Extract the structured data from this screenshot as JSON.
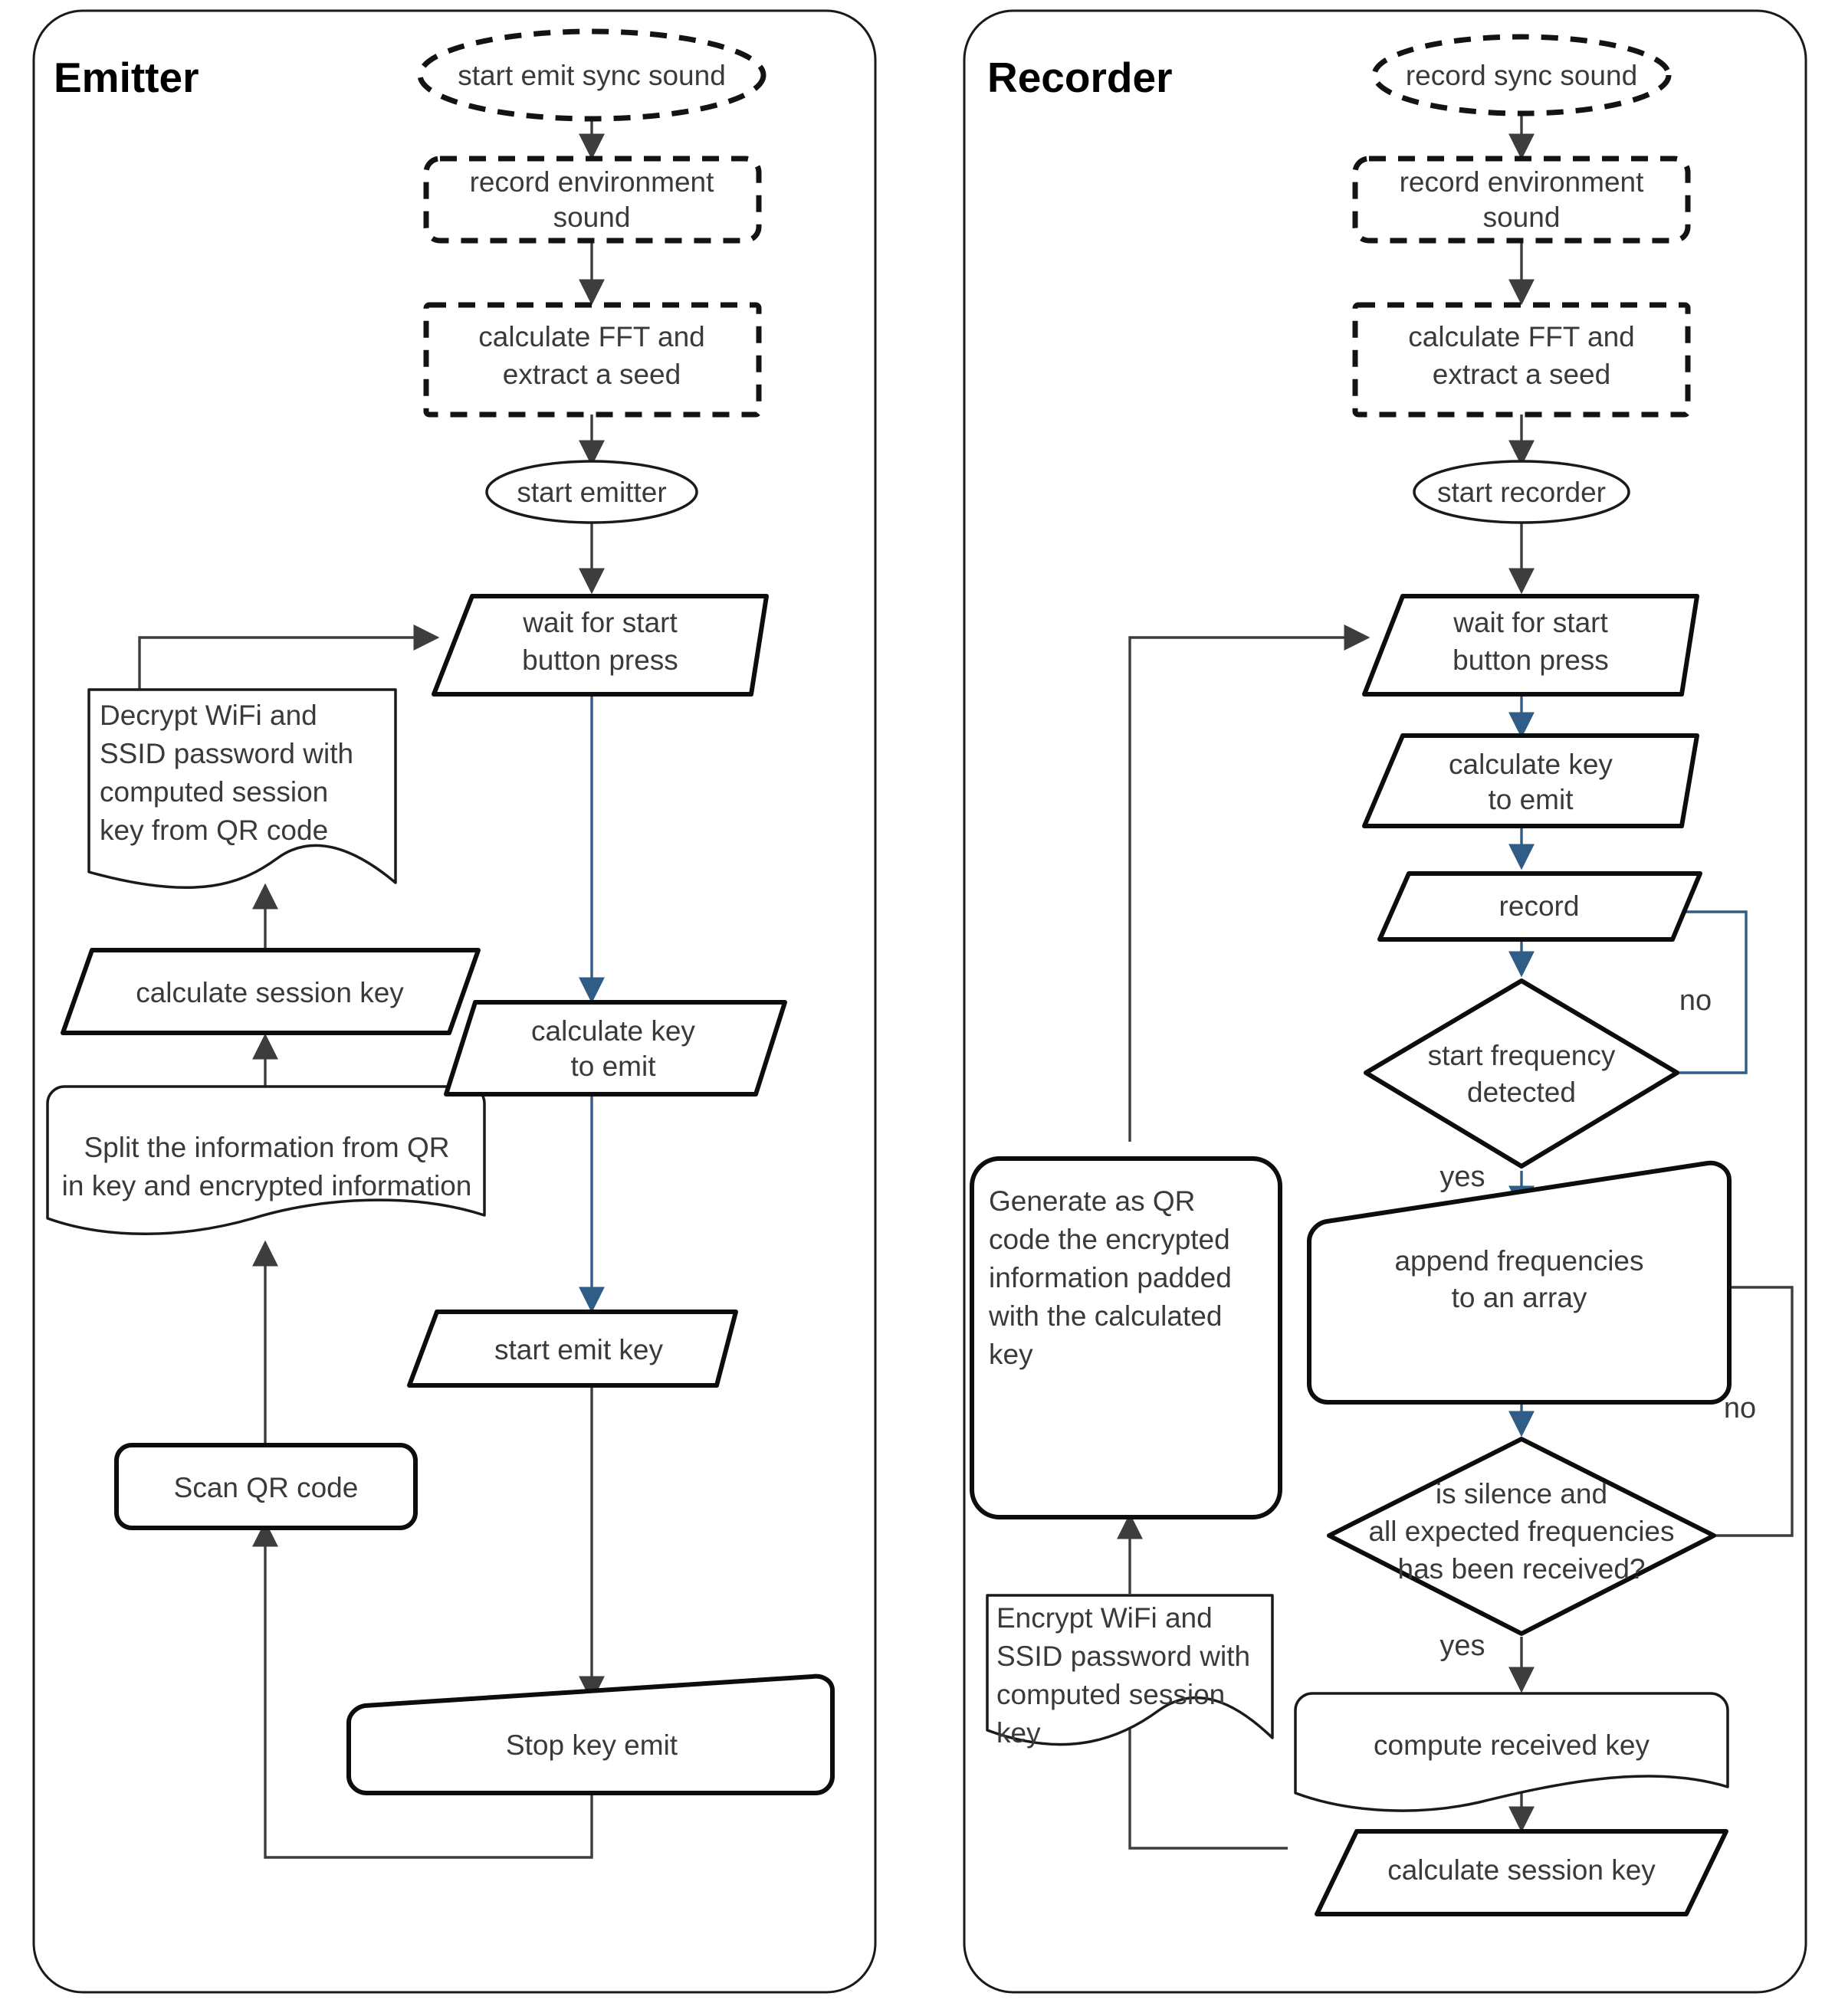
{
  "diagram": {
    "title_emitter": "Emitter",
    "title_recorder": "Recorder",
    "accent_arrow_color": "#2f5d87",
    "shape_stroke_color": "#0d0d0d",
    "background_color": "#ffffff"
  },
  "emitter": {
    "panel_label": "Emitter",
    "nodes": {
      "start_emit_sync_sound": "start emit sync sound",
      "record_environment_sound": "record environment sound",
      "calculate_fft_line1": "calculate FFT and",
      "calculate_fft_line2": "extract a seed",
      "start_emitter": "start emitter",
      "wait_line1": "wait for start",
      "wait_line2": "button press",
      "calculate_key_line1": "calculate key",
      "calculate_key_line2": "to emit",
      "start_emit_key": "start emit key",
      "stop_key_emit": "Stop key emit",
      "scan_qr_code": "Scan QR code",
      "split_line1": "Split the information from QR",
      "split_line2": "in key and encrypted information",
      "calculate_session_key": "calculate session key",
      "decrypt_line1": "Decrypt WiFi and",
      "decrypt_line2": "SSID password with",
      "decrypt_line3": "computed session",
      "decrypt_line4": "key from QR code"
    }
  },
  "recorder": {
    "panel_label": "Recorder",
    "nodes": {
      "record_sync_sound": "record sync sound",
      "record_environment_sound": "record environment sound",
      "calculate_fft_line1": "calculate FFT and",
      "calculate_fft_line2": "extract a seed",
      "start_recorder": "start recorder",
      "wait_line1": "wait for start",
      "wait_line2": "button press",
      "calculate_key_line1": "calculate key",
      "calculate_key_line2": "to emit",
      "record": "record",
      "decision1_line1": "start frequency",
      "decision1_line2": "detected",
      "append_line1": "append frequencies",
      "append_line2": "to an array",
      "decision2_line1": "is silence and",
      "decision2_line2": "all expected frequencies",
      "decision2_line3": "has been received?",
      "compute_received_key": "compute received key",
      "calculate_session_key": "calculate session key",
      "encrypt_line1": "Encrypt WiFi and",
      "encrypt_line2": "SSID password with",
      "encrypt_line3": "computed session",
      "encrypt_line4": "key",
      "generate_qr_line1": "Generate as QR",
      "generate_qr_line2": "code the encrypted",
      "generate_qr_line3": "information padded",
      "generate_qr_line4": "with the calculated",
      "generate_qr_line5": "key"
    },
    "edge_labels": {
      "decision1_no": "no",
      "decision1_yes": "yes",
      "decision2_no": "no",
      "decision2_yes": "yes"
    }
  },
  "chart_data": {
    "type": "table",
    "title": "Emitter / Recorder acoustic key-exchange flowchart",
    "flows": [
      {
        "lane": "Emitter",
        "steps": [
          "start emit sync sound",
          "record environment sound",
          "calculate FFT and extract a seed",
          "start emitter",
          "wait for start button press",
          "calculate key to emit",
          "start emit key",
          "Stop key emit",
          "Scan QR code",
          "Split the information from QR in key and encrypted information",
          "calculate session key",
          "Decrypt WiFi and SSID password with computed session key from QR code"
        ]
      },
      {
        "lane": "Recorder",
        "steps": [
          "record sync sound",
          "record environment sound",
          "calculate FFT and extract a seed",
          "start recorder",
          "wait for start button press",
          "calculate key to emit",
          "record",
          "start frequency detected",
          "append frequencies to an array",
          "is silence and all expected frequencies has been received?",
          "compute received key",
          "calculate session key",
          "Encrypt WiFi and SSID password with computed session key",
          "Generate as QR code the encrypted information padded with the calculated key"
        ]
      }
    ]
  }
}
